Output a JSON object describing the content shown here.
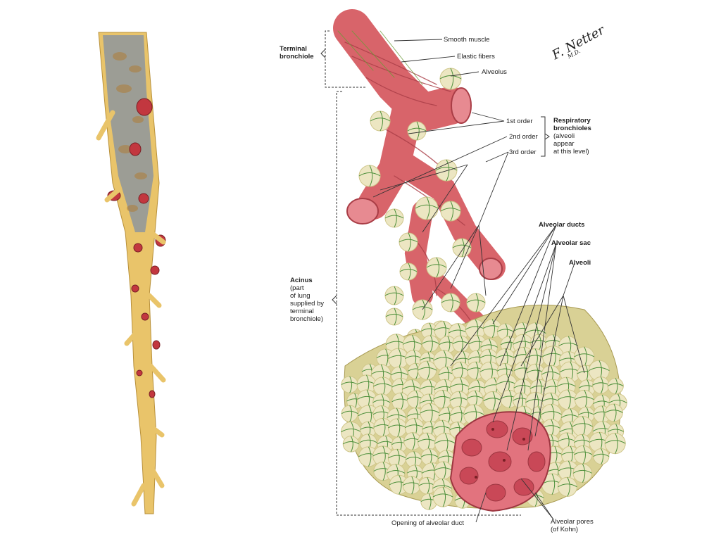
{
  "labels": {
    "terminal_bronchiole": [
      "Terminal",
      "bronchiole"
    ],
    "smooth_muscle": "Smooth muscle",
    "elastic_fibers": "Elastic fibers",
    "alveolus": "Alveolus",
    "first_order": "1st  order",
    "second_order": "2nd order",
    "third_order": "3rd order",
    "respiratory_bronchioles": {
      "title": [
        "Respiratory",
        "bronchioles"
      ],
      "note": [
        "(alveoli",
        "appear",
        "at this level)"
      ]
    },
    "acinus": {
      "title": "Acinus",
      "note": [
        "(part",
        "of lung",
        "supplied by",
        "terminal",
        "bronchiole)"
      ]
    },
    "alveolar_ducts": "Alveolar ducts",
    "alveolar_sac": "Alveolar sac",
    "alveoli": "Alveoli",
    "opening_alveolar_duct": "Opening of alveolar duct",
    "alveolar_pores": [
      "Alveolar pores",
      "(of Kohn)"
    ]
  },
  "signature": {
    "name": "F. Netter",
    "suffix": "M.D."
  },
  "colors": {
    "tube_red": "#d8646a",
    "tube_dark_red": "#b53a44",
    "alveolus_cream": "#ece6c2",
    "alveolus_shade": "#cfc68a",
    "capillary_green": "#4c8f3a",
    "cast_yellow": "#e9c46a",
    "cast_gray": "#8e969c",
    "sac_pink": "#e2737e",
    "leader_line": "#333333"
  }
}
